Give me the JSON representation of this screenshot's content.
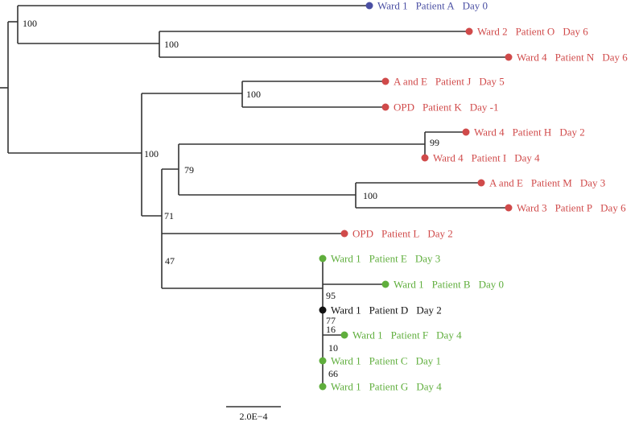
{
  "colors": {
    "branch": "#333333",
    "index_case": "#4a4fa3",
    "other_ward": "#d04a4a",
    "ward1": "#5fae3c",
    "black": "#111111"
  },
  "tips": [
    {
      "id": "A",
      "ward": "Ward 1",
      "patient": "Patient A",
      "day": "Day 0",
      "color": "#4a4fa3"
    },
    {
      "id": "O",
      "ward": "Ward 2",
      "patient": "Patient O",
      "day": "Day 6",
      "color": "#d04a4a"
    },
    {
      "id": "N",
      "ward": "Ward 4",
      "patient": "Patient N",
      "day": "Day 6",
      "color": "#d04a4a"
    },
    {
      "id": "J",
      "ward": "A and E",
      "patient": "Patient J",
      "day": "Day 5",
      "color": "#d04a4a"
    },
    {
      "id": "K",
      "ward": "OPD",
      "patient": "Patient K",
      "day": "Day -1",
      "color": "#d04a4a"
    },
    {
      "id": "H",
      "ward": "Ward 4",
      "patient": "Patient H",
      "day": "Day 2",
      "color": "#d04a4a"
    },
    {
      "id": "I",
      "ward": "Ward 4",
      "patient": "Patient I",
      "day": "Day 4",
      "color": "#d04a4a"
    },
    {
      "id": "M",
      "ward": "A and E",
      "patient": "Patient M",
      "day": "Day 3",
      "color": "#d04a4a"
    },
    {
      "id": "P",
      "ward": "Ward 3",
      "patient": "Patient P",
      "day": "Day 6",
      "color": "#d04a4a"
    },
    {
      "id": "L",
      "ward": "OPD",
      "patient": "Patient L",
      "day": "Day 2",
      "color": "#d04a4a"
    },
    {
      "id": "E",
      "ward": "Ward 1",
      "patient": "Patient E",
      "day": "Day 3",
      "color": "#5fae3c"
    },
    {
      "id": "B",
      "ward": "Ward 1",
      "patient": "Patient B",
      "day": "Day 0",
      "color": "#5fae3c"
    },
    {
      "id": "D",
      "ward": "Ward 1",
      "patient": "Patient D",
      "day": "Day 2",
      "color": "#111111"
    },
    {
      "id": "F",
      "ward": "Ward 1",
      "patient": "Patient F",
      "day": "Day 4",
      "color": "#5fae3c"
    },
    {
      "id": "C",
      "ward": "Ward 1",
      "patient": "Patient C",
      "day": "Day 1",
      "color": "#5fae3c"
    },
    {
      "id": "G",
      "ward": "Ward 1",
      "patient": "Patient G",
      "day": "Day 4",
      "color": "#5fae3c"
    }
  ],
  "support_values": [
    "100",
    "100",
    "100",
    "100",
    "99",
    "79",
    "100",
    "71",
    "47",
    "95",
    "77",
    "16",
    "10",
    "66"
  ],
  "scale_bar": {
    "label": "2.0E−4"
  }
}
